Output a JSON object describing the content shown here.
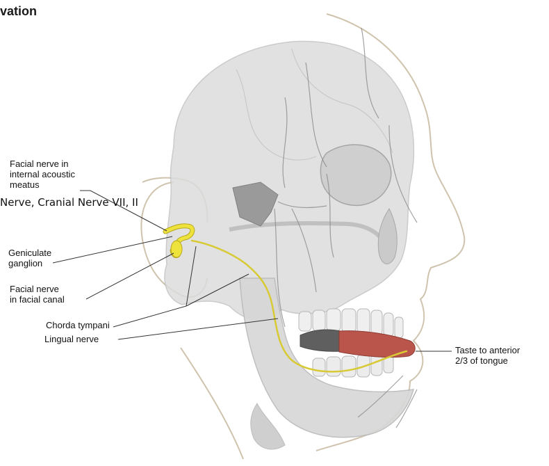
{
  "title": "vation",
  "overlay_caption": "Nerve, Cranial Nerve VII, II",
  "labels": {
    "facial_nerve_meatus": "Facial nerve in\ninternal acoustic\nmeatus",
    "geniculate_ganglion": "Geniculate\nganglion",
    "facial_nerve_canal": "Facial nerve\nin facial canal",
    "chorda_tympani": "Chorda tympani",
    "lingual_nerve": "Lingual nerve",
    "taste": "Taste to anterior\n2/3 of tongue"
  },
  "colors": {
    "nerve_yellow": "#eee23c",
    "nerve_outline": "#b7a81e",
    "skull_gray": "#d8d8d8",
    "skin_outline": "#cfc3ad",
    "tongue_red": "#b9554b",
    "vessel_gray": "#8b8b8b",
    "leader_line": "#333333"
  }
}
